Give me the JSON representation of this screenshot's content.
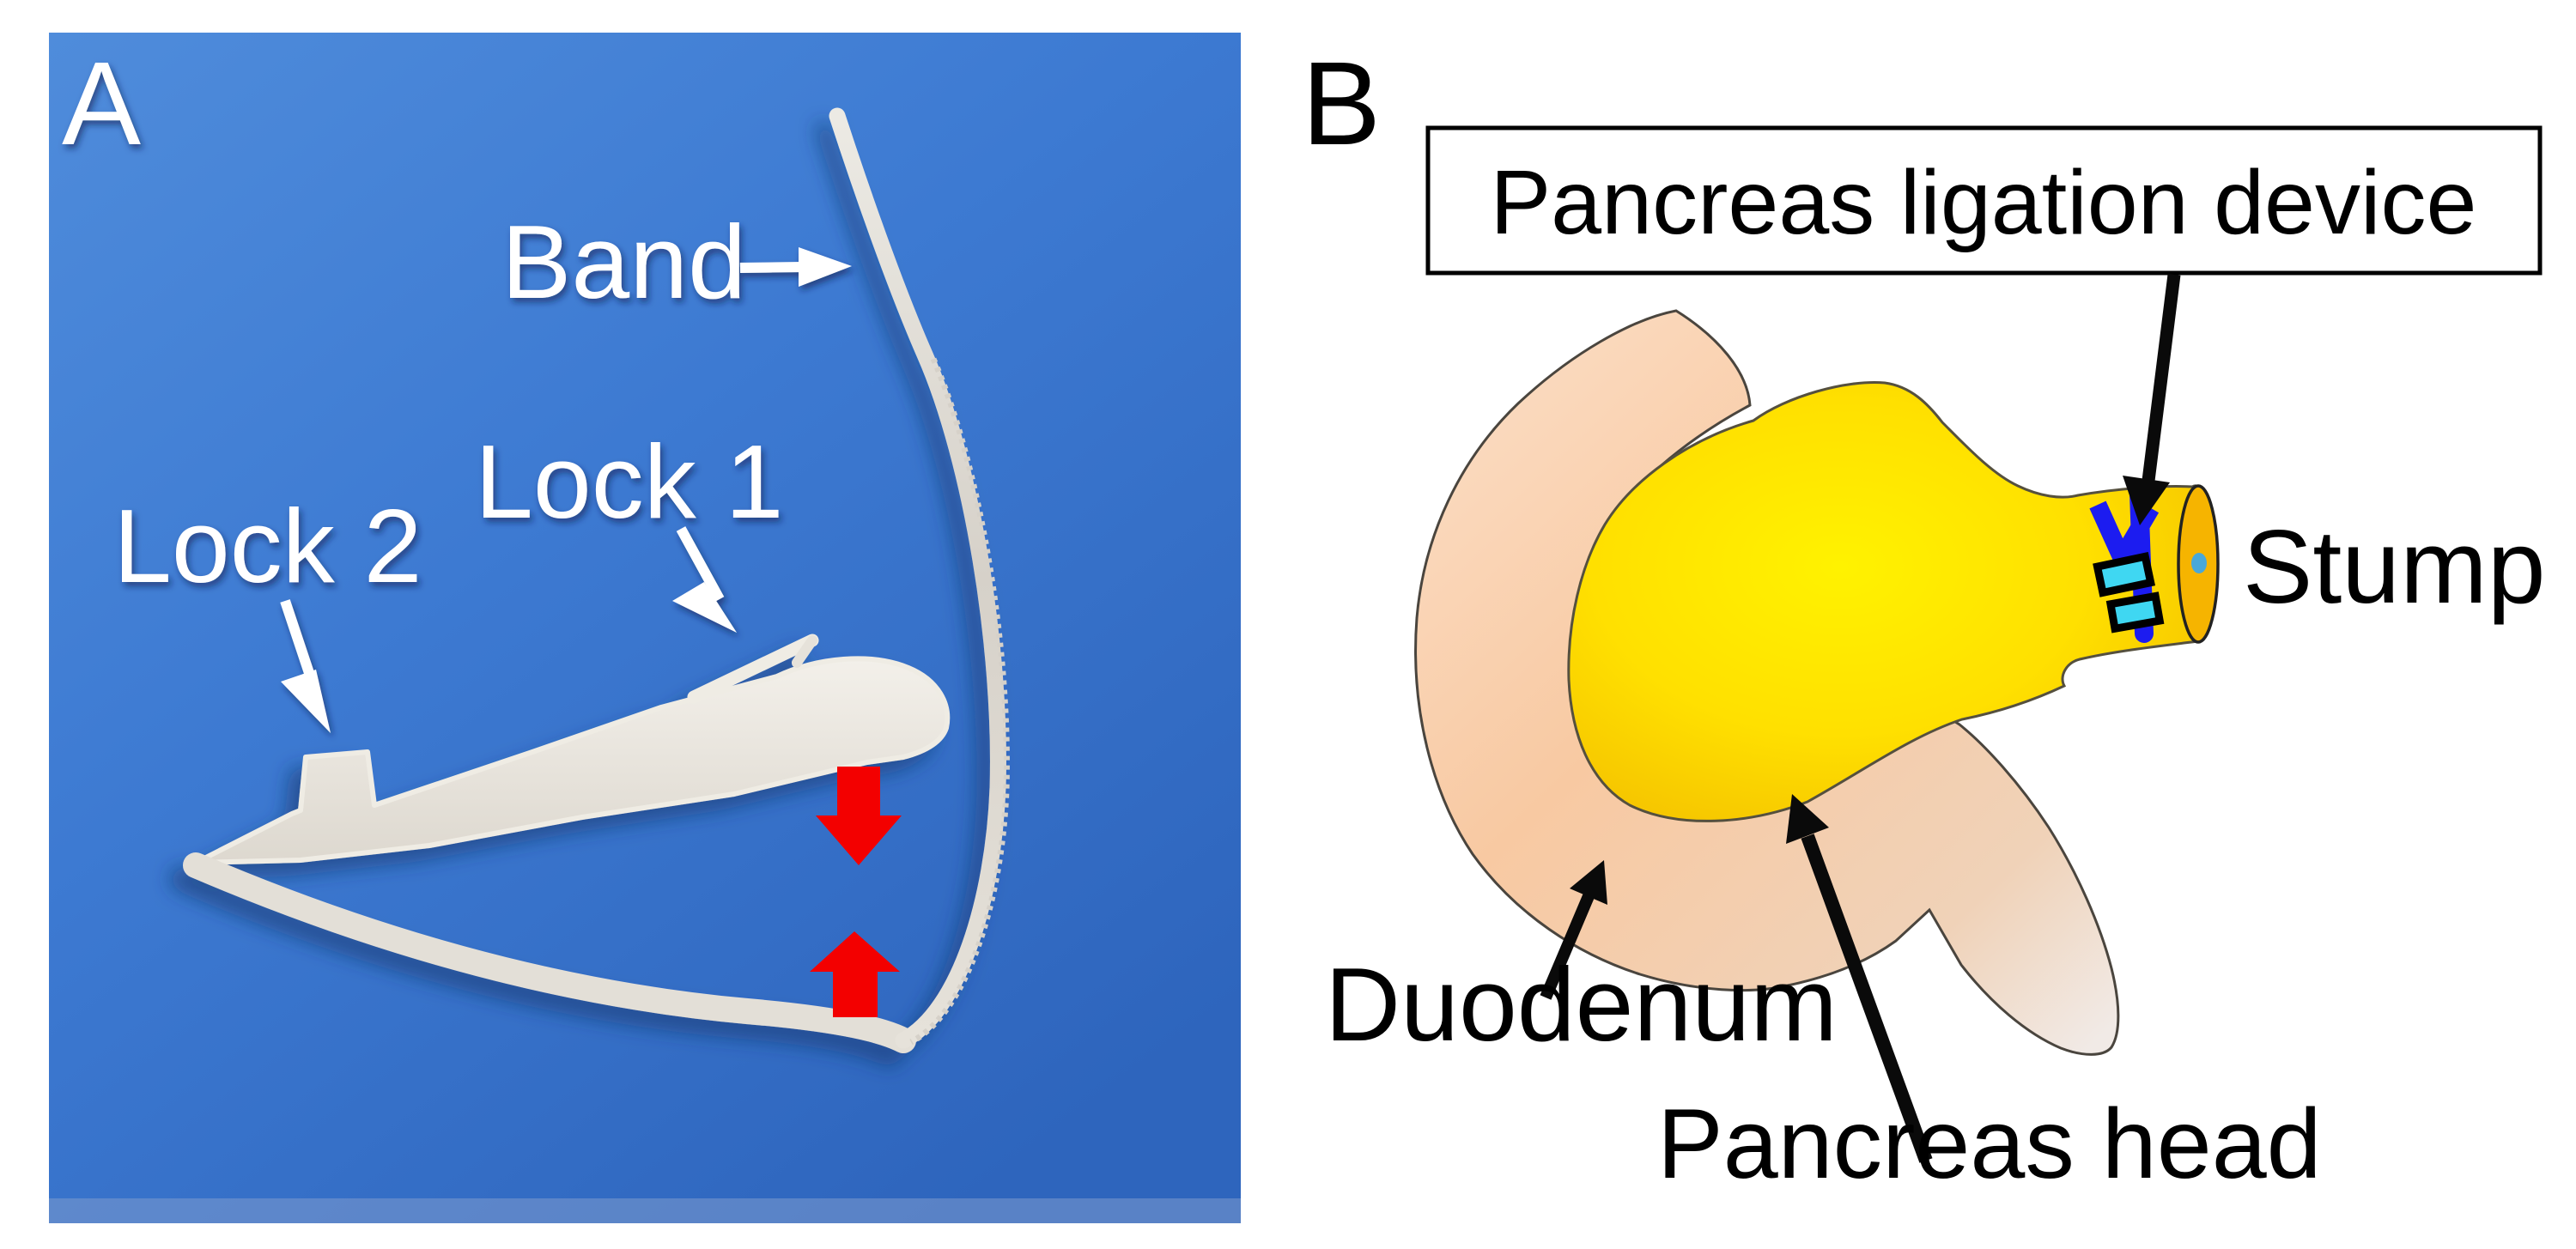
{
  "figure": {
    "panel_a": {
      "label": "A",
      "annotations": {
        "band": "Band",
        "lock1": "Lock 1",
        "lock2": "Lock 2"
      },
      "colors": {
        "background_top": "#4f8cdb",
        "background_bottom": "#2e65bd",
        "device_plastic": "#efece4",
        "band_shaded": "#dcd7cf",
        "label_text": "#ffffff",
        "red_arrow": "#f30000"
      }
    },
    "panel_b": {
      "label": "B",
      "callout": "Pancreas ligation device",
      "annotations": {
        "stump": "Stump",
        "duodenum": "Duodenum",
        "pancreas_head": "Pancreas head"
      },
      "colors": {
        "text": "#000000",
        "callout_border": "#000000",
        "arrow_black": "#0a0a0a",
        "pancreas_bright": "#fff200",
        "pancreas_mid": "#ffe000",
        "pancreas_deep": "#eeb000",
        "stump_face": "#f6b400",
        "duodenum_light": "#fbdcc2",
        "duodenum": "#f8c9a2",
        "duodenum_fade": "#f1eae6",
        "ligation_blue": "#1c1cf0",
        "ligation_cyan": "#3fd7f2",
        "duct_dot": "#49a8d8",
        "outline": "#3c3c34"
      }
    }
  }
}
